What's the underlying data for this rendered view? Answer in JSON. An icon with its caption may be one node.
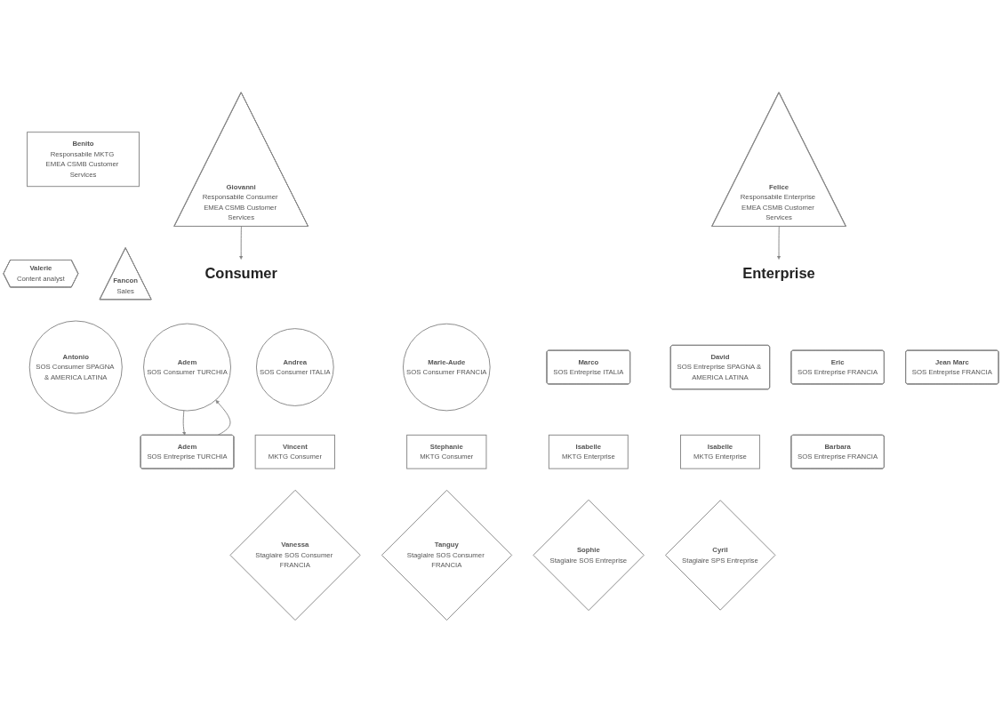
{
  "diagram": {
    "nodes": [
      {
        "text": [
          "Giovanni",
          "Responsabile Consumer EMEA CSMB Customer Services"
        ]
      },
      {
        "text": [
          "Benito",
          "Responsabile MKTG EMEA CSMB Customer Services"
        ]
      },
      {
        "text": [
          "Felice",
          "Responsabile Enterprise EMEA CSMB Customer Services"
        ]
      },
      {
        "text": [
          "Valerie",
          "Content analyst"
        ]
      },
      {
        "text": [
          "Fancon",
          "Sales"
        ]
      },
      {
        "text": [
          "Consumer"
        ]
      },
      {
        "text": [
          "Enterprise"
        ]
      },
      {
        "text": [
          "Antonio",
          "SOS Consumer SPAGNA & AMERICA LATINA"
        ]
      },
      {
        "text": [
          "Andrea",
          "SOS Consumer ITALIA"
        ]
      },
      {
        "text": [
          "Marie-Aude",
          "SOS Consumer FRANCIA"
        ]
      },
      {
        "text": [
          "Adem",
          "SOS Consumer TURCHIA"
        ]
      },
      {
        "text": [
          "Adem",
          "SOS Entreprise TURCHIA"
        ]
      },
      {
        "text": [
          "Marco",
          "SOS Entreprise ITALIA"
        ]
      },
      {
        "text": [
          "David",
          "SOS Entreprise SPAGNA & AMERICA LATINA"
        ]
      },
      {
        "text": [
          "Eric",
          "SOS Entreprise FRANCIA"
        ]
      },
      {
        "text": [
          "Jean Marc",
          "SOS Entreprise FRANCIA"
        ]
      },
      {
        "text": [
          "Vincent",
          "MKTG Consumer"
        ]
      },
      {
        "text": [
          "Stephanie",
          "MKTG Consumer"
        ]
      },
      {
        "text": [
          "Isabelle",
          "MKTG Enterprise"
        ]
      },
      {
        "text": [
          "Isabelle",
          "MKTG Enterprise"
        ]
      },
      {
        "text": [
          "Barbara",
          "SOS Entreprise FRANCIA"
        ]
      },
      {
        "text": [
          "Vanessa",
          "Stagiaire SOS Consumer FRANCIA"
        ]
      },
      {
        "text": [
          "Tanguy",
          "Stagiaire SOS Consumer FRANCIA"
        ]
      },
      {
        "text": [
          "Sophie",
          "Stagiaire SOS Entreprise"
        ]
      },
      {
        "text": [
          "Cyril",
          "Stagiaire SPS Entreprise"
        ]
      }
    ],
    "edges": [
      {
        "from": 0,
        "to": 5,
        "arrow": "to"
      },
      {
        "from": 2,
        "to": 6,
        "arrow": "to"
      },
      {
        "from": 10,
        "to": 11,
        "arrow": "to"
      },
      {
        "from": 11,
        "to": 10,
        "arrow": "to"
      }
    ]
  }
}
